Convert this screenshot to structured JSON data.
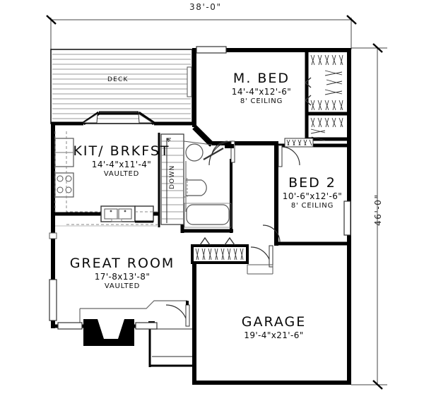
{
  "document": {
    "type": "architectural-floor-plan",
    "level": "main-floor"
  },
  "dimensions": {
    "overall_width": "38'-0\"",
    "overall_depth": "46'-0\""
  },
  "rooms": [
    {
      "id": "deck",
      "name": "DECK",
      "size": "",
      "note": ""
    },
    {
      "id": "master-bedroom",
      "name": "M. BED",
      "size": "14'-4\"x12'-6\"",
      "note": "8' CEILING"
    },
    {
      "id": "kitchen-breakfast",
      "name": "KIT/ BRKFST",
      "size": "14'-4\"x11'-4\"",
      "note": "VAULTED"
    },
    {
      "id": "bedroom-2",
      "name": "BED 2",
      "size": "10'-6\"x12'-6\"",
      "note": "8' CEILING"
    },
    {
      "id": "great-room",
      "name": "GREAT ROOM",
      "size": "17'-8x13'-8\"",
      "note": "VAULTED"
    },
    {
      "id": "garage",
      "name": "GARAGE",
      "size": "19'-4\"x21'-6\"",
      "note": ""
    }
  ],
  "annotations": {
    "stair_direction": "DOWN"
  },
  "colors": {
    "wall": "#000000",
    "thin_line": "#1a1a1a",
    "fixture_line": "#555555",
    "deck_board": "#999999",
    "text": "#0a0a0a",
    "background": "#ffffff"
  }
}
